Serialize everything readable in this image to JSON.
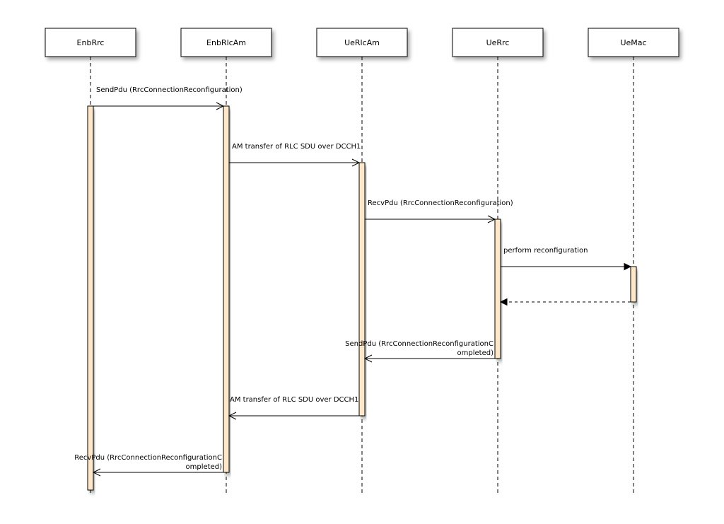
{
  "lifelines": [
    {
      "id": "enbrrc",
      "name": "EnbRrc"
    },
    {
      "id": "enbrlcam",
      "name": "EnbRlcAm"
    },
    {
      "id": "uerlcam",
      "name": "UeRlcAm"
    },
    {
      "id": "uerrc",
      "name": "UeRrc"
    },
    {
      "id": "uemac",
      "name": "UeMac"
    }
  ],
  "messages": [
    {
      "from": "enbrrc",
      "to": "enbrlcam",
      "label_lines": [
        "SendPdu (RrcConnectionReconfiguration)"
      ],
      "style": "sync-open"
    },
    {
      "from": "enbrlcam",
      "to": "uerlcam",
      "label_lines": [
        "AM transfer of RLC SDU over DCCH1"
      ],
      "style": "sync-open"
    },
    {
      "from": "uerlcam",
      "to": "uerrc",
      "label_lines": [
        "RecvPdu (RrcConnectionReconfiguration)"
      ],
      "style": "sync-open"
    },
    {
      "from": "uerrc",
      "to": "uemac",
      "label_lines": [
        "perform reconfiguration"
      ],
      "style": "call-filled"
    },
    {
      "from": "uemac",
      "to": "uerrc",
      "label_lines": [],
      "style": "return-dashed"
    },
    {
      "from": "uerrc",
      "to": "uerlcam",
      "label_lines": [
        "SendPdu (RrcConnectionReconfigurationC",
        "ompleted)"
      ],
      "style": "sync-open"
    },
    {
      "from": "uerlcam",
      "to": "enbrlcam",
      "label_lines": [
        "AM transfer of RLC SDU over DCCH1"
      ],
      "style": "sync-open"
    },
    {
      "from": "enbrlcam",
      "to": "enbrrc",
      "label_lines": [
        "RecvPdu (RrcConnectionReconfigurationC",
        "ompleted)"
      ],
      "style": "sync-open"
    }
  ]
}
